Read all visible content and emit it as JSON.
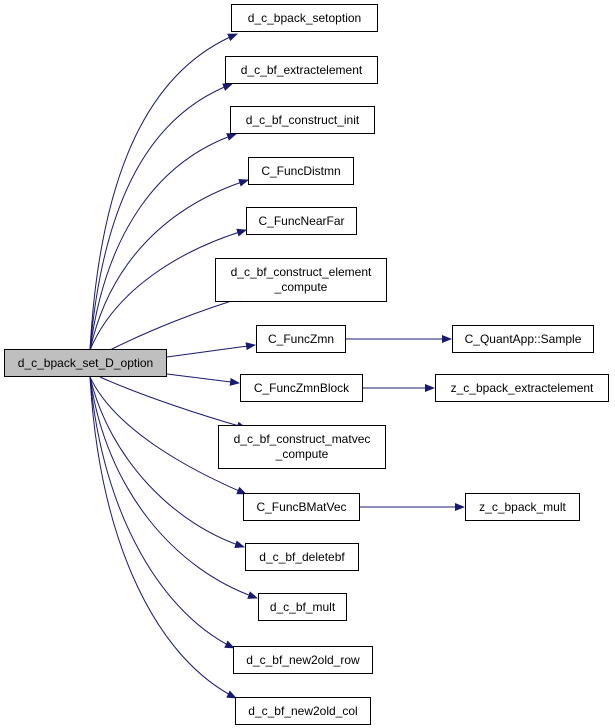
{
  "colors": {
    "edge": "#191970",
    "root_fill": "#bfbfbf",
    "node_fill": "#ffffff",
    "border": "#000000"
  },
  "nodes": {
    "root": "d_c_bpack_set_D_option",
    "setoption": "d_c_bpack_setoption",
    "extractelement": "d_c_bf_extractelement",
    "construct_init": "d_c_bf_construct_init",
    "funcdistmn": "C_FuncDistmn",
    "funcnearfar": "C_FuncNearFar",
    "construct_element_compute": {
      "line1": "d_c_bf_construct_element",
      "line2": "_compute"
    },
    "funczmn": "C_FuncZmn",
    "quantapp_sample": "C_QuantApp::Sample",
    "funczmnblock": "C_FuncZmnBlock",
    "z_extractelement": "z_c_bpack_extractelement",
    "construct_matvec_compute": {
      "line1": "d_c_bf_construct_matvec",
      "line2": "_compute"
    },
    "funcbmatvec": "C_FuncBMatVec",
    "z_mult": "z_c_bpack_mult",
    "deletebf": "d_c_bf_deletebf",
    "mult": "d_c_bf_mult",
    "new2old_row": "d_c_bf_new2old_row",
    "new2old_col": "d_c_bf_new2old_col"
  }
}
